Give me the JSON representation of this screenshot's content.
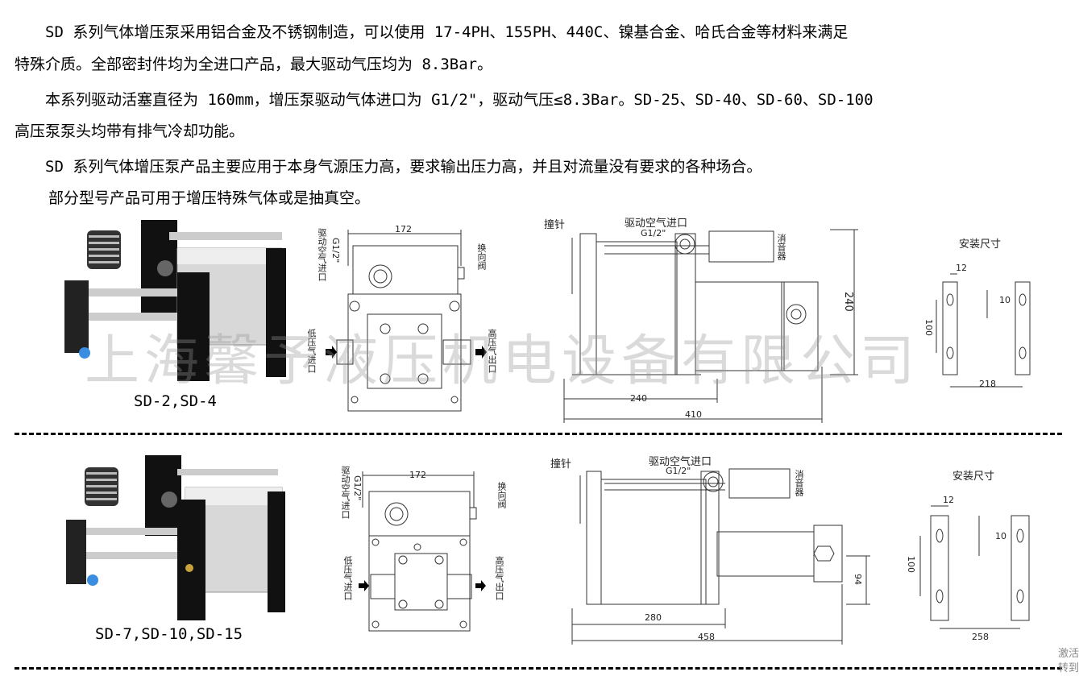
{
  "paragraphs": [
    "　　SD 系列气体增压泵采用铝合金及不锈钢制造，可以使用 17-4PH、155PH、440C、镍基合金、哈氏合金等材料来满足",
    "特殊介质。全部密封件均为全进口产品，最大驱动气压均为 8.3Bar。",
    "　　本系列驱动活塞直径为 160mm，增压泵驱动气体进口为 G1/2\"，驱动气压≤8.3Bar。SD-25、SD-40、SD-60、SD-100",
    "高压泵泵头均带有排气冷却功能。",
    "　　SD 系列气体增压泵产品主要应用于本身气源压力高，要求输出压力高，并且对流量没有要求的各种场合。",
    "　　部分型号产品可用于增压特殊气体或是抽真空。"
  ],
  "row1": {
    "caption": "SD-2,SD-4",
    "front": {
      "drive_inlet": "驱动空气进口",
      "g12": "G1/2\"",
      "width": "172",
      "valve": "换向阀",
      "low_in": "低压气进口",
      "high_out": "高压气出口"
    },
    "side": {
      "striker": "撞针",
      "drive_inlet": "驱动空气进口",
      "g12": "G1/2\"",
      "muffler": "消音器",
      "height": "240",
      "base": "240",
      "length": "410"
    },
    "mount": {
      "title": "安装尺寸",
      "d12": "12",
      "d10": "10",
      "d100": "100",
      "d218": "218"
    }
  },
  "row2": {
    "caption": "SD-7,SD-10,SD-15",
    "front": {
      "drive_inlet": "驱动空气进口",
      "g12": "G1/2\"",
      "width": "172",
      "valve": "换向阀",
      "low_in": "低压气进口",
      "high_out": "高压气出口"
    },
    "side": {
      "striker": "撞针",
      "drive_inlet": "驱动空气进口",
      "g12": "G1/2\"",
      "muffler": "消音器",
      "height": "94",
      "base": "280",
      "length": "458"
    },
    "mount": {
      "title": "安装尺寸",
      "d12": "12",
      "d10": "10",
      "d100": "100",
      "d258": "258"
    }
  },
  "watermark": "上海馨予液压机电设备有限公司",
  "corner": [
    "激活",
    "转到"
  ]
}
